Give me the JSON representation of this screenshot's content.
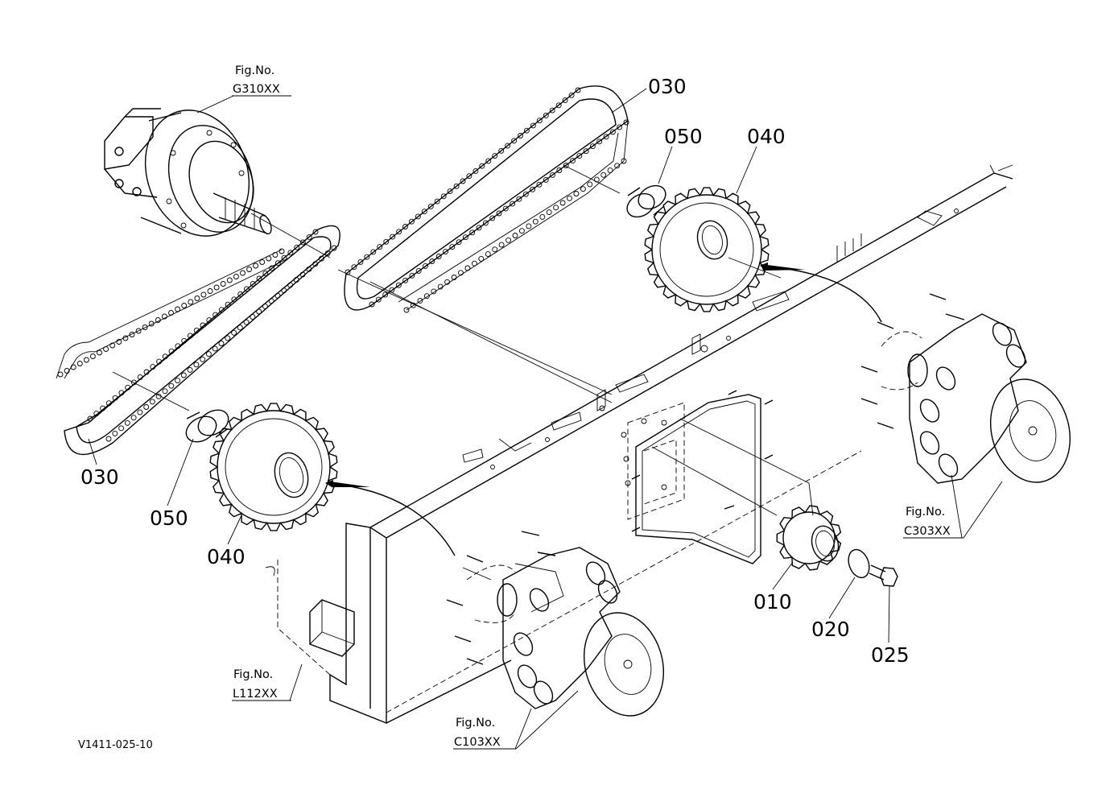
{
  "diagram": {
    "code": "V1411-025-10",
    "fig_refs": [
      {
        "label": "Fig.No.",
        "ref": "G310XX"
      },
      {
        "label": "Fig.No.",
        "ref": "C303XX"
      },
      {
        "label": "Fig.No.",
        "ref": "L112XX"
      },
      {
        "label": "Fig.No.",
        "ref": "C103XX"
      }
    ],
    "part_labels": [
      "030",
      "050",
      "040",
      "030",
      "050",
      "040",
      "010",
      "020",
      "025"
    ]
  }
}
